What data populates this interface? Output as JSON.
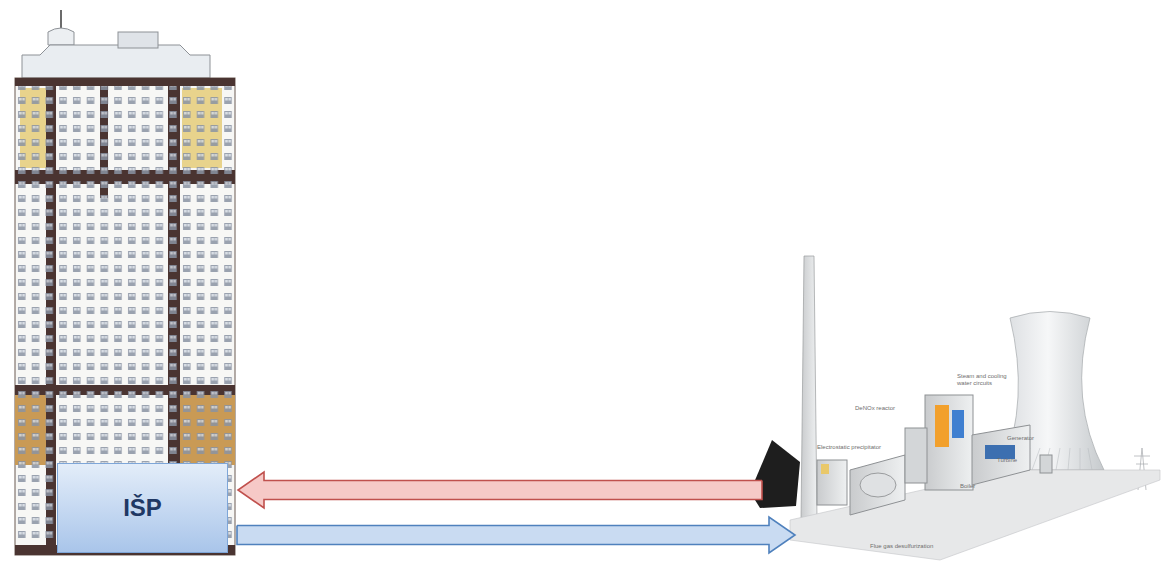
{
  "diagram": {
    "nodes": [
      {
        "text": [
          "IŠP"
        ]
      },
      {
        "text": [
          "Steam and cooling water circuits",
          "DeNOx reactor",
          "Electrostatic precipitator",
          "Generator",
          "Turbine",
          "Boiler",
          "Flue gas desulfurization"
        ]
      }
    ],
    "edges": [
      {
        "from": 1,
        "to": 0,
        "arrow": "to"
      },
      {
        "from": 0,
        "to": 1,
        "arrow": "to"
      }
    ]
  }
}
